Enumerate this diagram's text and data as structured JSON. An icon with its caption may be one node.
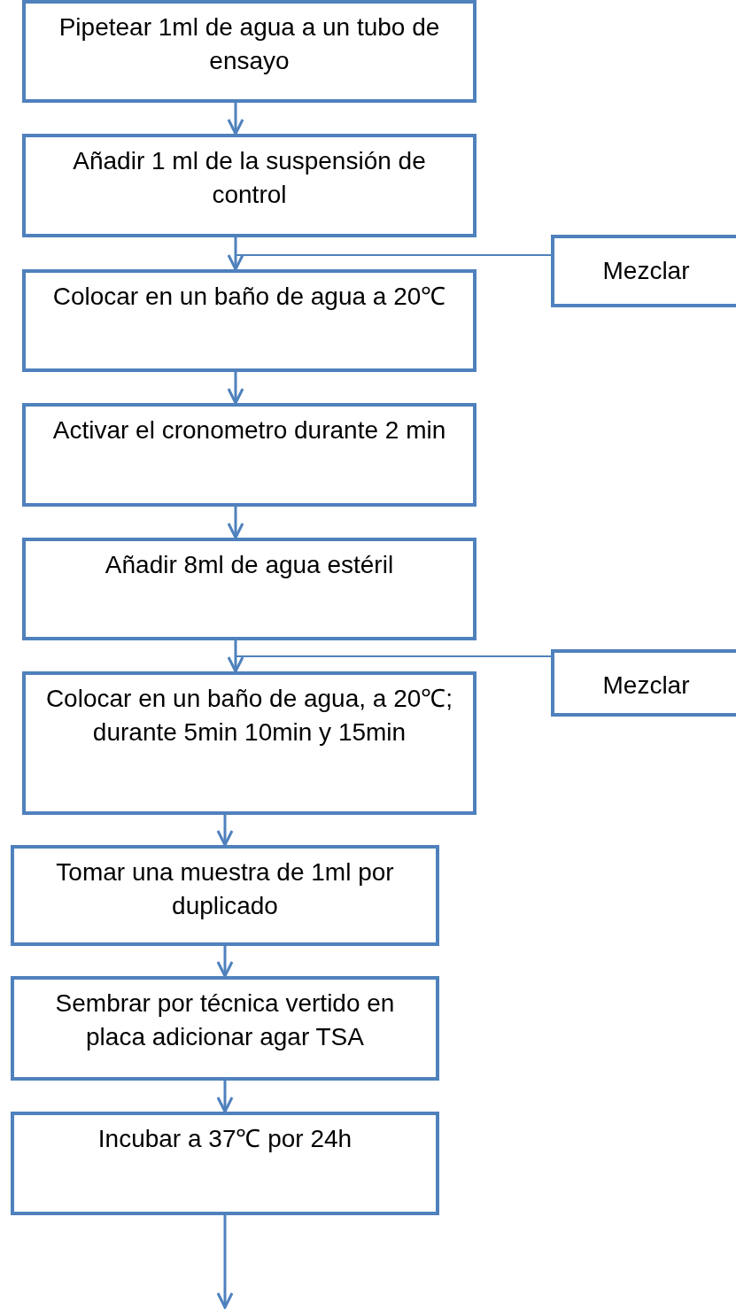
{
  "diagram": {
    "nodes": [
      {
        "text": [
          "Pipetear 1ml de agua a un tubo de ensayo"
        ]
      },
      {
        "text": [
          "Añadir 1 ml de la suspensión de control"
        ]
      },
      {
        "text": [
          "Mezclar"
        ]
      },
      {
        "text": [
          "Colocar en un baño de agua a 20℃"
        ]
      },
      {
        "text": [
          "Activar el cronometro durante 2 min"
        ]
      },
      {
        "text": [
          "Añadir 8ml de agua estéril"
        ]
      },
      {
        "text": [
          "Mezclar"
        ]
      },
      {
        "text": [
          "Colocar en un baño de agua, a 20℃; durante 5min 10min y 15min"
        ]
      },
      {
        "text": [
          "Tomar una muestra de 1ml por duplicado"
        ]
      },
      {
        "text": [
          "Sembrar por técnica vertido en placa adicionar agar TSA"
        ]
      },
      {
        "text": [
          "Incubar a 37℃ por 24h"
        ]
      }
    ],
    "edges": [
      {
        "from": 0,
        "to": 1,
        "arrow": "to"
      },
      {
        "from": 1,
        "to": 3,
        "arrow": "to"
      },
      {
        "from": 2,
        "to": 3,
        "arrow": "none"
      },
      {
        "from": 3,
        "to": 4,
        "arrow": "to"
      },
      {
        "from": 4,
        "to": 5,
        "arrow": "to"
      },
      {
        "from": 5,
        "to": 7,
        "arrow": "to"
      },
      {
        "from": 6,
        "to": 7,
        "arrow": "none"
      },
      {
        "from": 7,
        "to": 8,
        "arrow": "to"
      },
      {
        "from": 8,
        "to": 9,
        "arrow": "to"
      },
      {
        "from": 9,
        "to": 10,
        "arrow": "to"
      },
      {
        "from": 10,
        "to": null,
        "arrow": "to"
      }
    ]
  }
}
